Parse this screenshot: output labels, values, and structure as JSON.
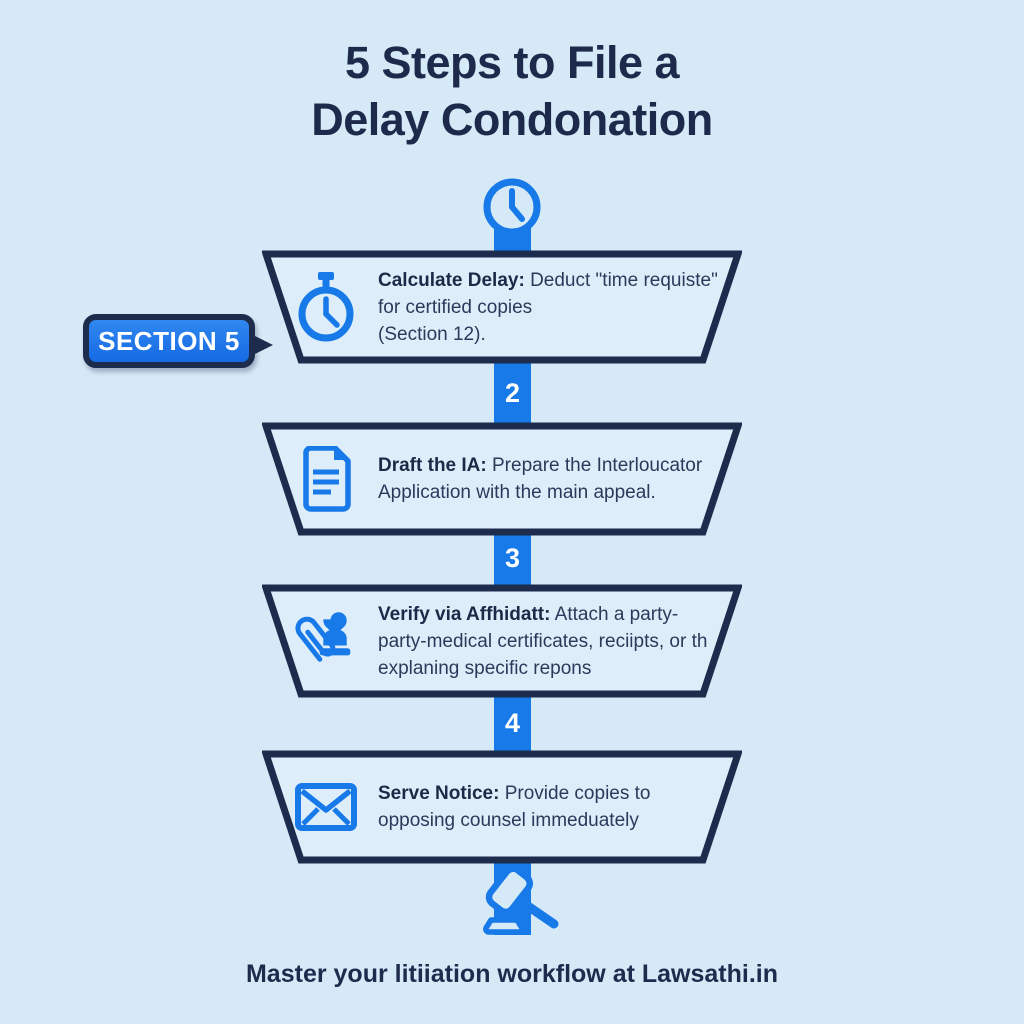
{
  "title": {
    "line1": "5 Steps to File a",
    "line2": "Delay Condonation"
  },
  "section_badge": {
    "label": "SECTION 5"
  },
  "steps": [
    {
      "icon": "stopwatch-icon",
      "lead": "Calculate Delay:",
      "body": " Deduct \"time requiste\"\nfor certified copies\n(Section 12)."
    },
    {
      "number": "2",
      "icon": "document-icon",
      "lead": "Draft the IA:",
      "body": " Prepare the Interloucator\nApplication with the main appeal."
    },
    {
      "number": "3",
      "icon": "paperclip-stamp-icon",
      "lead": "Verify via Affhidatt:",
      "body": " Attach a party-\nparty-medical certificates, reciipts, or th\nexplaning specific repons"
    },
    {
      "number": "4",
      "icon": "envelope-icon",
      "lead": "Serve Notice:",
      "body": " Provide copies to\nopposing counsel immeduately"
    }
  ],
  "footer": "Master your litiiation workflow at Lawsathi.in",
  "colors": {
    "background": "#d5e9f7",
    "box_fill": "#ddeefa",
    "navy": "#1d2b4c",
    "accent_blue": "#1879e9",
    "badge_text": "#ffffff"
  }
}
